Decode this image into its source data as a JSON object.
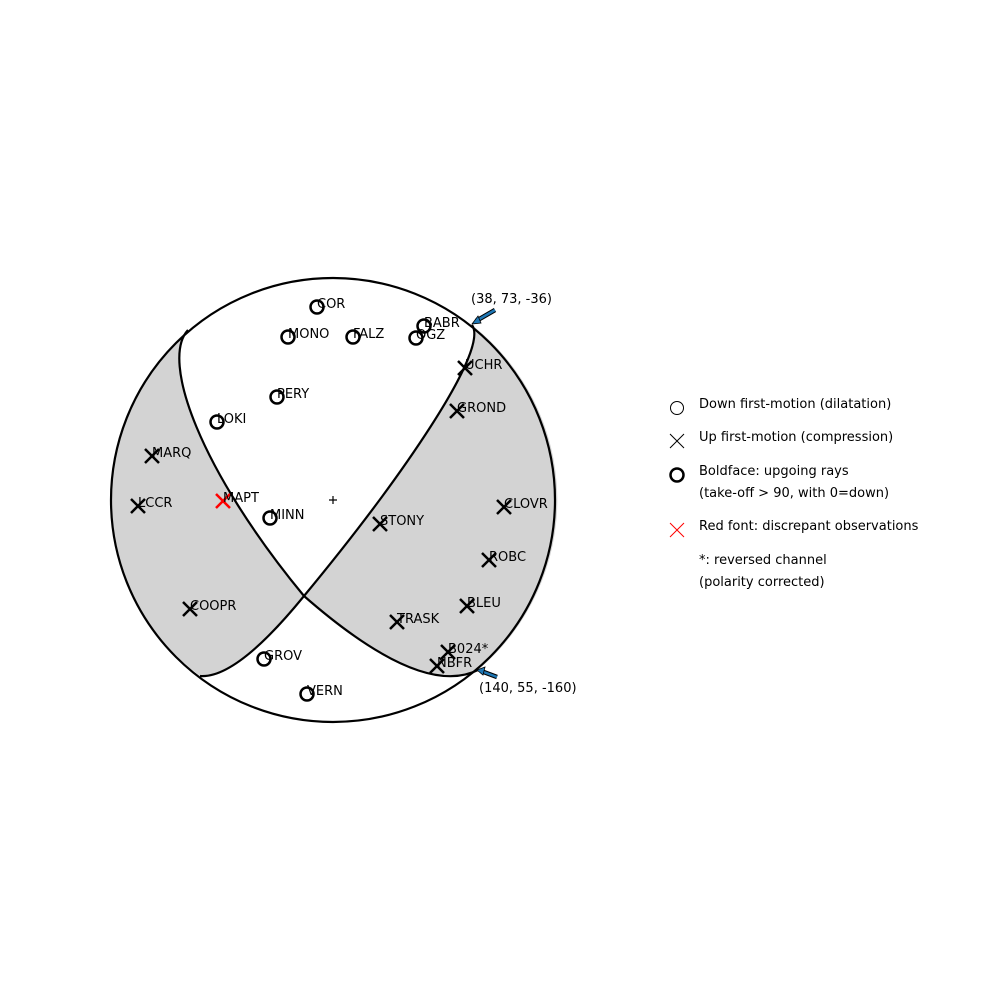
{
  "diagram": {
    "type": "focal-mechanism-beachball",
    "colors": {
      "compression_quadrant": "#d3d3d3",
      "discrepant": "#ff0000",
      "arrow": "#1f77b4",
      "outline": "#000000"
    },
    "nodal_planes": [
      {
        "label": "(38, 73, -36)"
      },
      {
        "label": "(140, 55, -160)"
      }
    ],
    "stations": [
      {
        "name": "COR",
        "polarity": "down",
        "upgoing": true,
        "discrepant": false
      },
      {
        "name": "MONO",
        "polarity": "down",
        "upgoing": true,
        "discrepant": false
      },
      {
        "name": "FALZ",
        "polarity": "down",
        "upgoing": true,
        "discrepant": false
      },
      {
        "name": "BABR",
        "polarity": "down",
        "upgoing": true,
        "discrepant": false
      },
      {
        "name": "OGZ",
        "polarity": "down",
        "upgoing": true,
        "discrepant": false
      },
      {
        "name": "PERY",
        "polarity": "down",
        "upgoing": true,
        "discrepant": false
      },
      {
        "name": "LOKI",
        "polarity": "down",
        "upgoing": true,
        "discrepant": false
      },
      {
        "name": "MINN",
        "polarity": "down",
        "upgoing": true,
        "discrepant": false
      },
      {
        "name": "GROV",
        "polarity": "down",
        "upgoing": true,
        "discrepant": false
      },
      {
        "name": "VERN",
        "polarity": "down",
        "upgoing": true,
        "discrepant": false
      },
      {
        "name": "UCHR",
        "polarity": "up",
        "upgoing": true,
        "discrepant": false
      },
      {
        "name": "GROND",
        "polarity": "up",
        "upgoing": true,
        "discrepant": false
      },
      {
        "name": "MARQ",
        "polarity": "up",
        "upgoing": true,
        "discrepant": false
      },
      {
        "name": "LCCR",
        "polarity": "up",
        "upgoing": true,
        "discrepant": false
      },
      {
        "name": "MAPT",
        "polarity": "up",
        "upgoing": true,
        "discrepant": true
      },
      {
        "name": "STONY",
        "polarity": "up",
        "upgoing": true,
        "discrepant": false
      },
      {
        "name": "CLOVR",
        "polarity": "up",
        "upgoing": true,
        "discrepant": false
      },
      {
        "name": "ROBC",
        "polarity": "up",
        "upgoing": true,
        "discrepant": false
      },
      {
        "name": "COOPR",
        "polarity": "up",
        "upgoing": true,
        "discrepant": false
      },
      {
        "name": "TRASK",
        "polarity": "up",
        "upgoing": true,
        "discrepant": false
      },
      {
        "name": "BLEU",
        "polarity": "up",
        "upgoing": true,
        "discrepant": false
      },
      {
        "name": "B024*",
        "polarity": "up",
        "upgoing": true,
        "discrepant": false
      },
      {
        "name": "NBFR",
        "polarity": "up",
        "upgoing": true,
        "discrepant": false
      }
    ]
  },
  "legend": {
    "down": "Down first-motion (dilatation)",
    "up": "Up first-motion (compression)",
    "bold_line1": "Boldface: upgoing rays",
    "bold_line2": "(take-off > 90, with 0=down)",
    "red": "Red font: discrepant observations",
    "reversed_line1": "*: reversed channel",
    "reversed_line2": "(polarity corrected)"
  }
}
